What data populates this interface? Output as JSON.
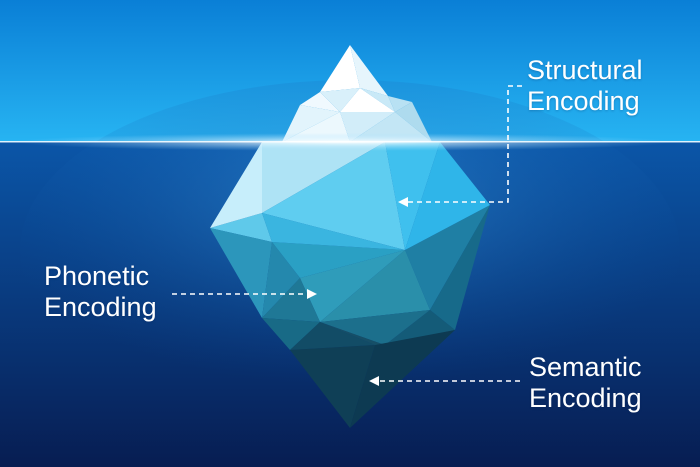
{
  "labels": {
    "structural": {
      "line1": "Structural",
      "line2": "Encoding"
    },
    "phonetic": {
      "line1": "Phonetic",
      "line2": "Encoding"
    },
    "semantic": {
      "line1": "Semantic",
      "line2": "Encoding"
    }
  },
  "colors": {
    "sky_top": "#0a7fd6",
    "sky_bottom": "#27b4f2",
    "water_top": "#0b56a8",
    "water_bottom": "#071d52",
    "ice_tip": "#f4fbff",
    "ice_above_water": "#c6ecfb",
    "ice_upper_submerged": "#2fb8e6",
    "ice_mid_submerged": "#2a8eaa",
    "ice_deep": "#103f55",
    "label_text": "#ffffff",
    "connector": "#ffffff"
  },
  "icons": {
    "connector_arrow": "arrowhead-left",
    "connector_style": "dashed"
  }
}
